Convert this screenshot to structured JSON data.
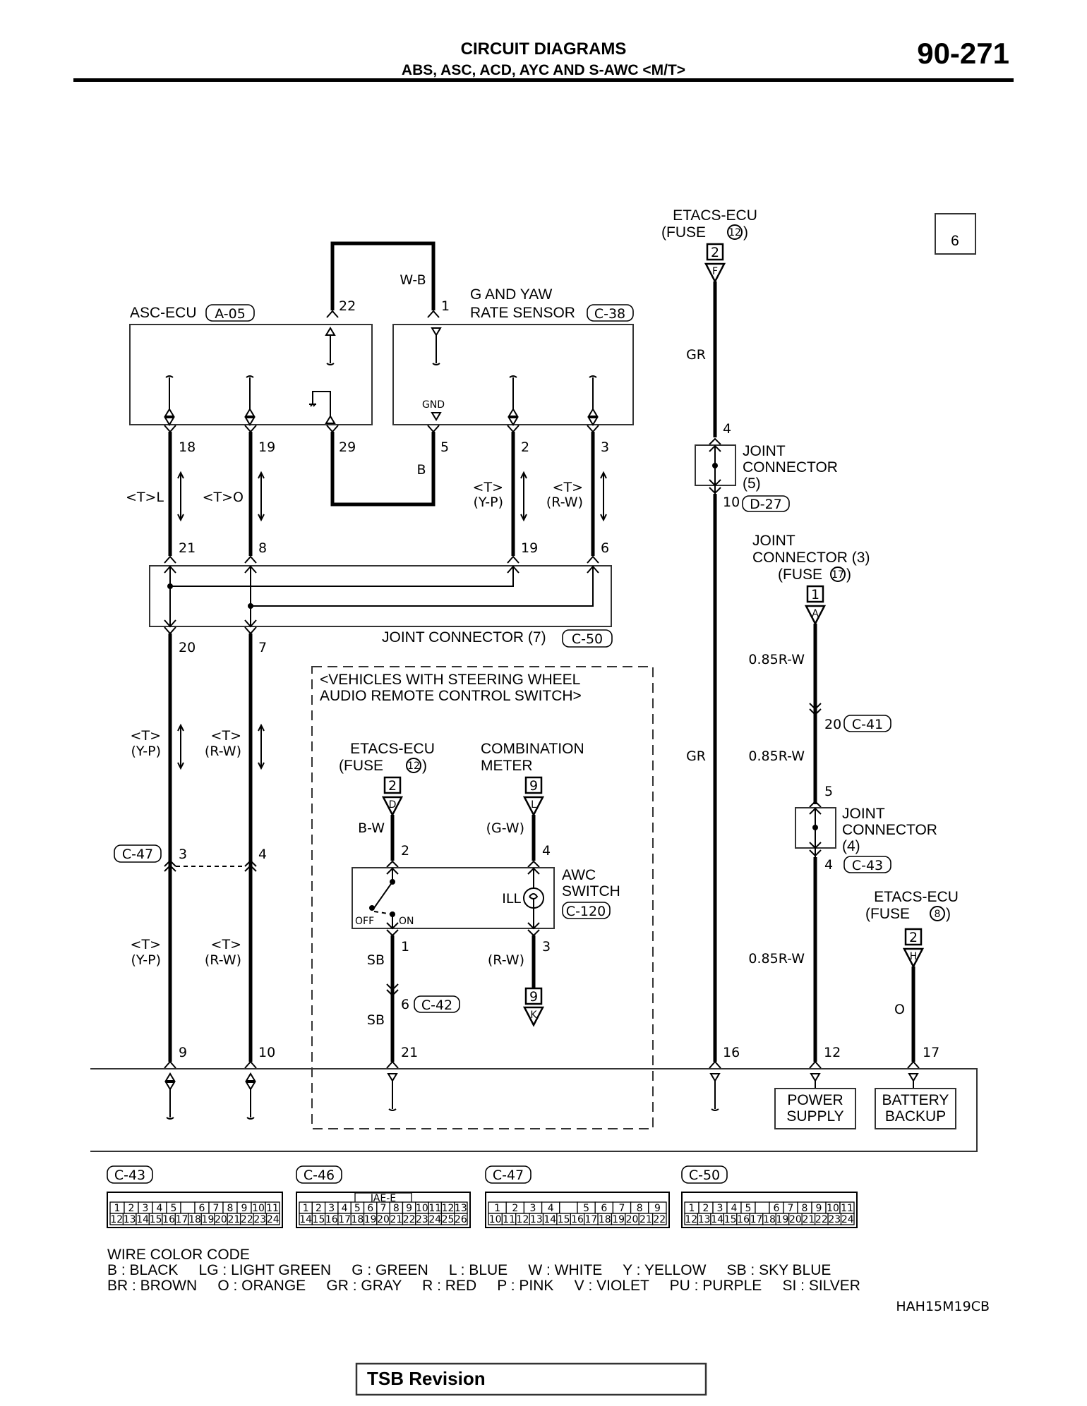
{
  "header": {
    "title": "CIRCUIT DIAGRAMS",
    "subtitle": "ABS, ASC, ACD, AYC AND S-AWC <M/T>",
    "page_number": "90-271"
  },
  "sheet_index": "6",
  "components": {
    "asc_ecu": {
      "name": "ASC-ECU",
      "connector": "A-05"
    },
    "g_yaw_sensor": {
      "name_line1": "G AND YAW",
      "name_line2": "RATE SENSOR",
      "connector": "C-38",
      "gnd_label": "GND"
    },
    "joint_connector_7": {
      "name": "JOINT CONNECTOR (7)",
      "connector": "C-50"
    },
    "joint_connector_5": {
      "line1": "JOINT",
      "line2": "CONNECTOR",
      "line3": "(5)",
      "connector": "D-27"
    },
    "joint_connector_3": {
      "line1": "JOINT",
      "line2": "CONNECTOR (3)",
      "line3": "(FUSE",
      "fuse": "17",
      "close": ")",
      "box_num": "1",
      "terminal": "A"
    },
    "joint_connector_4": {
      "line1": "JOINT",
      "line2": "CONNECTOR",
      "line3": "(4)",
      "connector": "C-43"
    },
    "etacs_top": {
      "line1": "ETACS-ECU",
      "line2": "(FUSE",
      "fuse": "12",
      "close": ")",
      "box_num": "2",
      "terminal": "F"
    },
    "etacs_awc": {
      "line1": "ETACS-ECU",
      "line2": "(FUSE",
      "fuse": "12",
      "close": ")",
      "box_num": "2",
      "terminal": "D"
    },
    "etacs_backup": {
      "line1": "ETACS-ECU",
      "line2": "(FUSE",
      "fuse": "8",
      "close": ")",
      "box_num": "2",
      "terminal": "H"
    },
    "combination_meter": {
      "line1": "COMBINATION",
      "line2": "METER",
      "box_num": "9",
      "terminal": "L",
      "out_box_num": "9",
      "out_terminal": "K"
    },
    "awc_switch": {
      "line1": "AWC",
      "line2": "SWITCH",
      "connector": "C-120",
      "ill": "ILL",
      "off": "OFF",
      "on": "ON"
    },
    "power_supply": {
      "line1": "POWER",
      "line2": "SUPPLY"
    },
    "battery_backup": {
      "line1": "BATTERY",
      "line2": "BACKUP"
    },
    "variant_box": {
      "line1": "<VEHICLES WITH STEERING WHEEL",
      "line2": "AUDIO REMOTE CONTROL SWITCH>"
    }
  },
  "wires": {
    "top_loop_color": "W-B",
    "gnd_loop_color": "B",
    "w18": "<T>L",
    "w19": "<T>O",
    "w2_t": "<T>",
    "w2_c": "(Y-P)",
    "w3_t": "<T>",
    "w3_c": "(R-W)",
    "lower_left_t": "<T>",
    "lower_left_c": "(Y-P)",
    "lower_mid_t": "<T>",
    "lower_mid_c": "(R-W)",
    "bottom_left_t": "<T>",
    "bottom_left_c": "(Y-P)",
    "bottom_mid_t": "<T>",
    "bottom_mid_c": "(R-W)",
    "gr_upper": "GR",
    "gr_lower": "GR",
    "rw_1": "0.85R-W",
    "rw_2": "0.85R-W",
    "rw_3": "0.85R-W",
    "backup": "O",
    "awc_in": "B-W",
    "ill_in": "(G-W)",
    "awc_out1": "SB",
    "awc_out2": "SB",
    "ill_out": "(R-W)",
    "c47_connector": "C-47",
    "c41_connector": "C-41",
    "c42_connector": "C-42"
  },
  "pins": {
    "p22": "22",
    "p1": "1",
    "p18": "18",
    "p19a": "19",
    "p29": "29",
    "p5": "5",
    "p2": "2",
    "p3": "3",
    "p21": "21",
    "p8": "8",
    "p19b": "19",
    "p6": "6",
    "p20": "20",
    "p7": "7",
    "c47_3": "3",
    "c47_4": "4",
    "b9": "9",
    "b10": "10",
    "b21": "21",
    "b16": "16",
    "b12": "12",
    "b17": "17",
    "jc5_in": "4",
    "jc5_out": "10",
    "c41_pin": "20",
    "jc4_in": "5",
    "jc4_out": "4",
    "sw_in": "2",
    "ill_in": "4",
    "sw_out": "1",
    "ill_out": "3",
    "c42_pin": "6",
    "pin21": "21"
  },
  "connector_views": [
    {
      "id": "C-43",
      "top": [
        "1",
        "2",
        "3",
        "4",
        "5",
        "",
        "6",
        "7",
        "8",
        "9",
        "10",
        "11"
      ],
      "bottom": [
        "12",
        "13",
        "14",
        "15",
        "16",
        "17",
        "18",
        "19",
        "20",
        "21",
        "22",
        "23",
        "24"
      ]
    },
    {
      "id": "C-46",
      "badge": "JAE-E",
      "top": [
        "1",
        "2",
        "3",
        "4",
        "5",
        "6",
        "7",
        "8",
        "9",
        "10",
        "11",
        "12",
        "13"
      ],
      "bottom": [
        "14",
        "15",
        "16",
        "17",
        "18",
        "19",
        "20",
        "21",
        "22",
        "23",
        "24",
        "25",
        "26"
      ]
    },
    {
      "id": "C-47",
      "top": [
        "1",
        "2",
        "3",
        "4",
        "",
        "5",
        "6",
        "7",
        "8",
        "9"
      ],
      "bottom": [
        "10",
        "11",
        "12",
        "13",
        "14",
        "15",
        "16",
        "17",
        "18",
        "19",
        "20",
        "21",
        "22"
      ]
    },
    {
      "id": "C-50",
      "top": [
        "1",
        "2",
        "3",
        "4",
        "5",
        "",
        "6",
        "7",
        "8",
        "9",
        "10",
        "11"
      ],
      "bottom": [
        "12",
        "13",
        "14",
        "15",
        "16",
        "17",
        "18",
        "19",
        "20",
        "21",
        "22",
        "23",
        "24"
      ]
    }
  ],
  "wire_color_code": {
    "title": "WIRE COLOR CODE",
    "row1": "B : BLACK     LG : LIGHT GREEN     G : GREEN     L : BLUE     W : WHITE     Y : YELLOW     SB : SKY BLUE",
    "row2": "BR : BROWN     O : ORANGE     GR : GRAY     R : RED     P : PINK     V : VIOLET     PU : PURPLE     SI : SILVER"
  },
  "figure_code": "HAH15M19CB",
  "footer": {
    "tsb_label": "TSB Revision"
  }
}
